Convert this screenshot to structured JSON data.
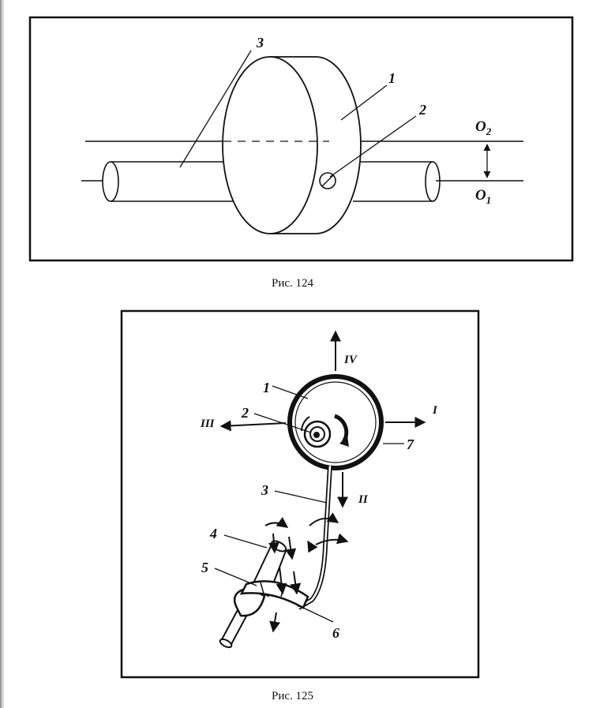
{
  "figure_124": {
    "caption": "Рис. 124",
    "labels": {
      "disk": "1",
      "hole": "2",
      "shaft": "3",
      "axis_top": "O",
      "axis_top_sub": "2",
      "axis_bottom": "O",
      "axis_bottom_sub": "1"
    }
  },
  "figure_125": {
    "caption": "Рис. 125",
    "labels": {
      "weight": "1",
      "pivot": "2",
      "rod": "3",
      "handle": "4",
      "clamp": "5",
      "joint": "6",
      "rim": "7"
    },
    "directions": {
      "right": "I",
      "down": "II",
      "left": "III",
      "up": "IV"
    }
  }
}
